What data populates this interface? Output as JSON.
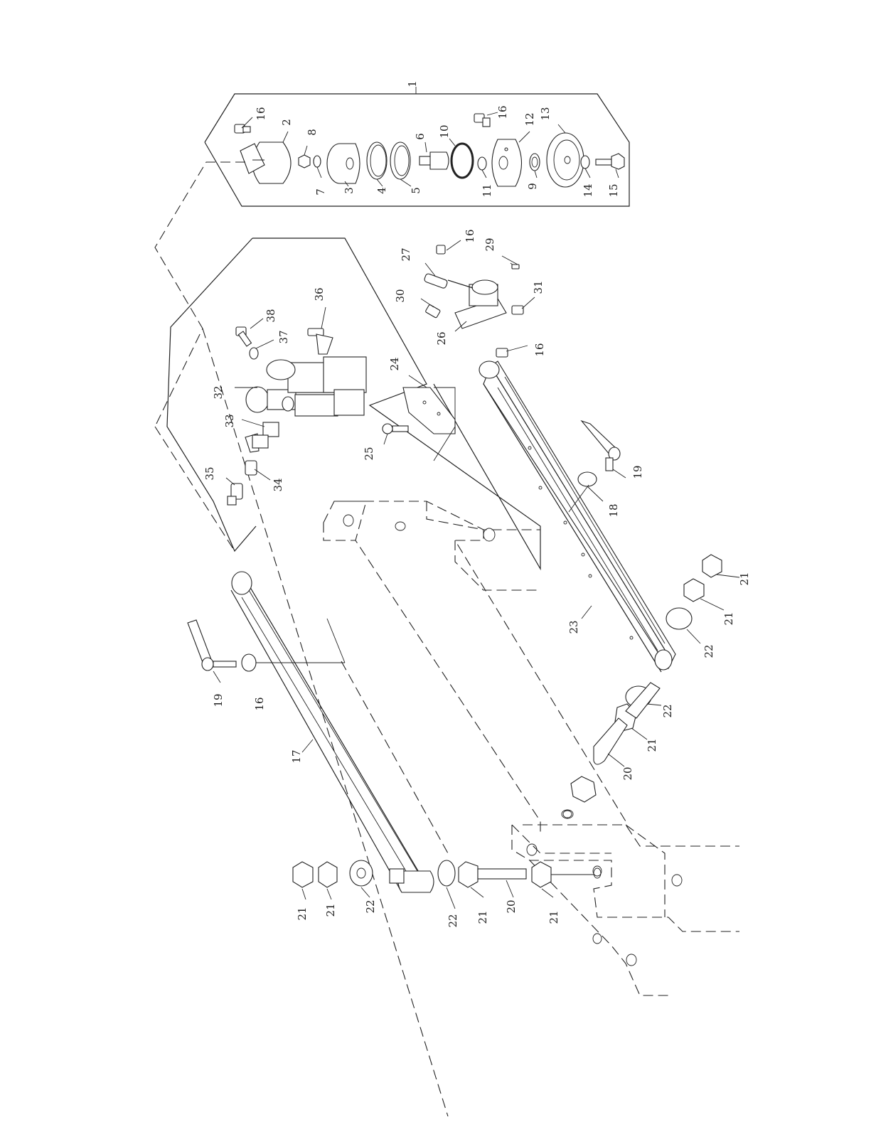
{
  "callouts": [
    {
      "id": "c1",
      "label": "1"
    },
    {
      "id": "c2",
      "label": "2"
    },
    {
      "id": "c3",
      "label": "3"
    },
    {
      "id": "c4",
      "label": "4"
    },
    {
      "id": "c5",
      "label": "5"
    },
    {
      "id": "c6",
      "label": "6"
    },
    {
      "id": "c7",
      "label": "7"
    },
    {
      "id": "c8",
      "label": "8"
    },
    {
      "id": "c9",
      "label": "9"
    },
    {
      "id": "c10",
      "label": "10"
    },
    {
      "id": "c11",
      "label": "11"
    },
    {
      "id": "c12",
      "label": "12"
    },
    {
      "id": "c13",
      "label": "13"
    },
    {
      "id": "c14",
      "label": "14"
    },
    {
      "id": "c15",
      "label": "15"
    },
    {
      "id": "c16a",
      "label": "16"
    },
    {
      "id": "c16b",
      "label": "16"
    },
    {
      "id": "c16c",
      "label": "16"
    },
    {
      "id": "c16d",
      "label": "16"
    },
    {
      "id": "c16e",
      "label": "16"
    },
    {
      "id": "c17",
      "label": "17"
    },
    {
      "id": "c18",
      "label": "18"
    },
    {
      "id": "c19a",
      "label": "19"
    },
    {
      "id": "c19b",
      "label": "19"
    },
    {
      "id": "c20a",
      "label": "20"
    },
    {
      "id": "c20b",
      "label": "20"
    },
    {
      "id": "c21a",
      "label": "21"
    },
    {
      "id": "c21b",
      "label": "21"
    },
    {
      "id": "c21c",
      "label": "21"
    },
    {
      "id": "c21d",
      "label": "21"
    },
    {
      "id": "c21e",
      "label": "21"
    },
    {
      "id": "c21f",
      "label": "21"
    },
    {
      "id": "c21g",
      "label": "21"
    },
    {
      "id": "c22a",
      "label": "22"
    },
    {
      "id": "c22b",
      "label": "22"
    },
    {
      "id": "c22c",
      "label": "22"
    },
    {
      "id": "c22d",
      "label": "22"
    },
    {
      "id": "c23",
      "label": "23"
    },
    {
      "id": "c24",
      "label": "24"
    },
    {
      "id": "c25",
      "label": "25"
    },
    {
      "id": "c26",
      "label": "26"
    },
    {
      "id": "c27",
      "label": "27"
    },
    {
      "id": "c29",
      "label": "29"
    },
    {
      "id": "c30",
      "label": "30"
    },
    {
      "id": "c31",
      "label": "31"
    },
    {
      "id": "c32",
      "label": "32"
    },
    {
      "id": "c33",
      "label": "33"
    },
    {
      "id": "c34",
      "label": "34"
    },
    {
      "id": "c35",
      "label": "35"
    },
    {
      "id": "c36",
      "label": "36"
    },
    {
      "id": "c37",
      "label": "37"
    },
    {
      "id": "c38",
      "label": "38"
    }
  ],
  "colors": {
    "ink": "#222222",
    "paper": "#ffffff"
  }
}
